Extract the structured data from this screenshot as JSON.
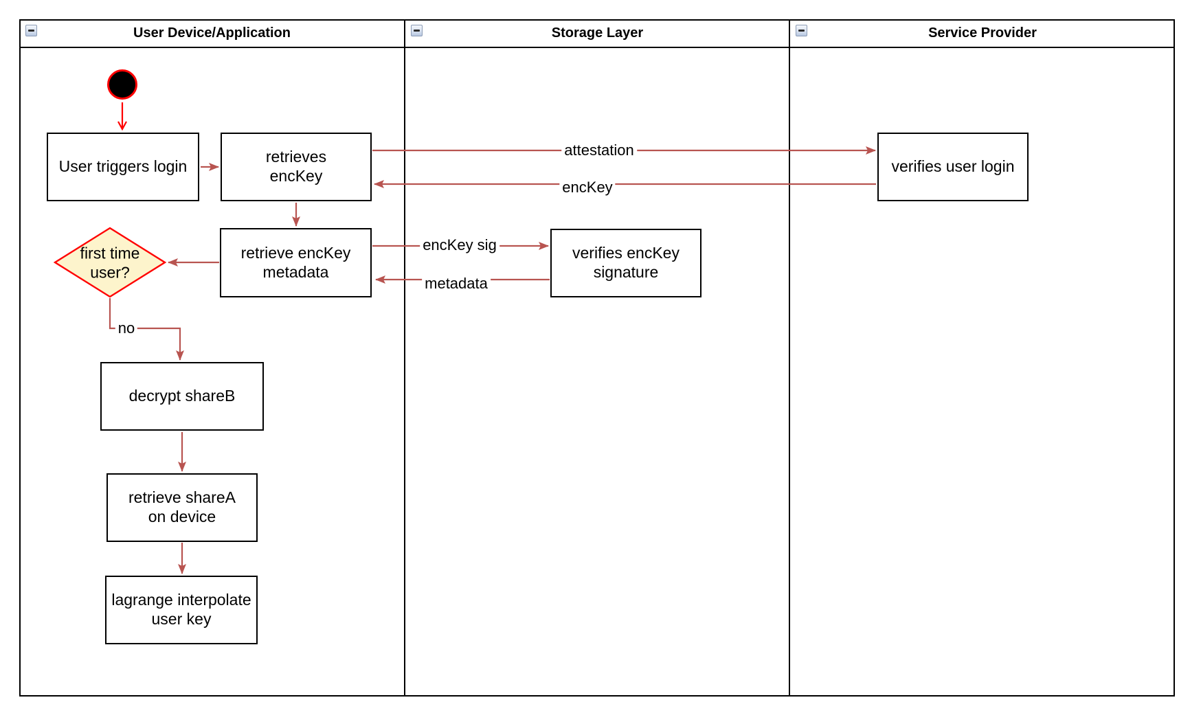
{
  "lanes": [
    {
      "title": "User Device/Application"
    },
    {
      "title": "Storage Layer"
    },
    {
      "title": "Service Provider"
    }
  ],
  "nodes": {
    "login": {
      "label": "User triggers login"
    },
    "retrieves_enckey": {
      "label": "retrieves\nencKey"
    },
    "retrieve_metadata": {
      "label": "retrieve encKey\nmetadata"
    },
    "decision": {
      "label": "first time\nuser?"
    },
    "decrypt_shareb": {
      "label": "decrypt shareB"
    },
    "retrieve_sharea": {
      "label": "retrieve shareA\non device"
    },
    "lagrange": {
      "label": "lagrange interpolate\nuser key"
    },
    "verify_signature": {
      "label": "verifies encKey\nsignature"
    },
    "verify_login": {
      "label": "verifies user login"
    }
  },
  "edge_labels": {
    "attestation": "attestation",
    "enckey": "encKey",
    "enckey_sig": "encKey sig",
    "metadata": "metadata",
    "no": "no"
  },
  "colors": {
    "connector_brown": "#b85450",
    "highlight_red": "#ff0000",
    "decision_fill": "#fdf4cc",
    "node_fill": "#ffffff",
    "node_border": "#000000"
  }
}
